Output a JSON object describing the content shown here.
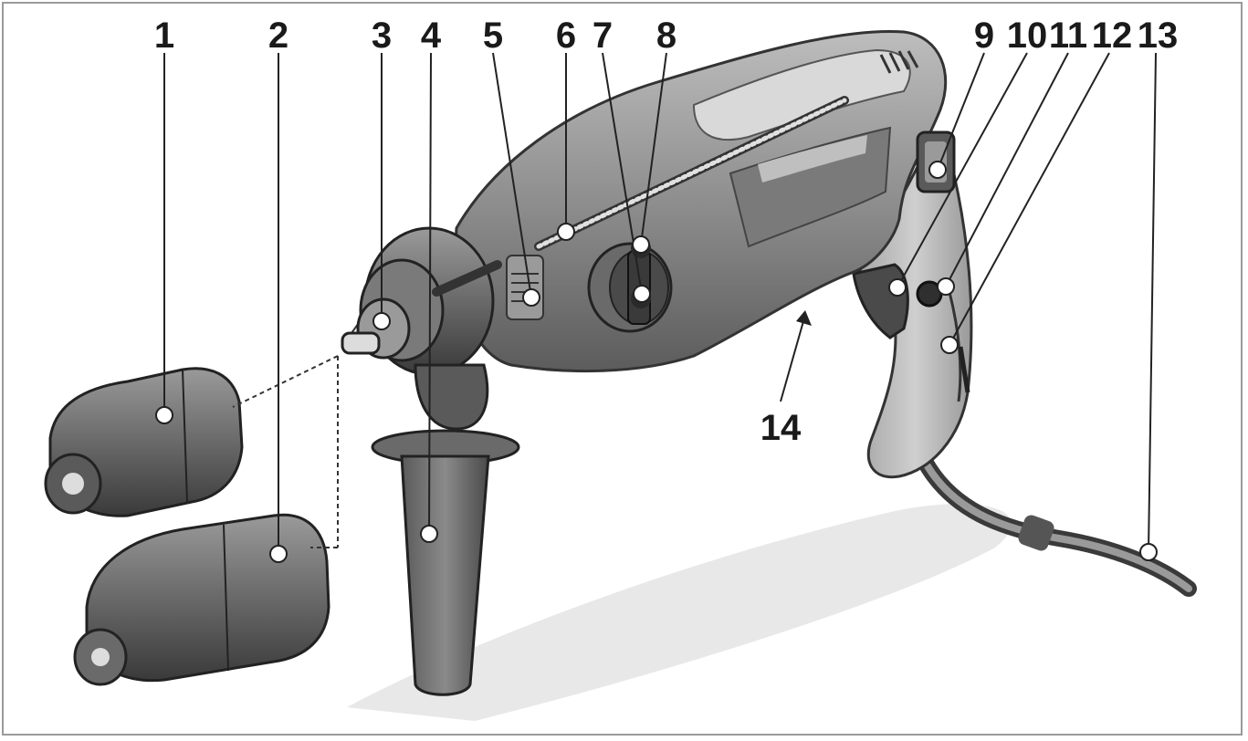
{
  "labels": [
    "1",
    "2",
    "3",
    "4",
    "5",
    "6",
    "7",
    "8",
    "9",
    "10",
    "11",
    "12",
    "13",
    "14"
  ],
  "colors": {
    "body": "#8c8c8c",
    "dark": "#5a5a5a",
    "darker": "#3e3e3e",
    "light": "#c4c4c4",
    "lighter": "#dedede",
    "shadow": "#e6e6e6",
    "line": "#222222"
  }
}
